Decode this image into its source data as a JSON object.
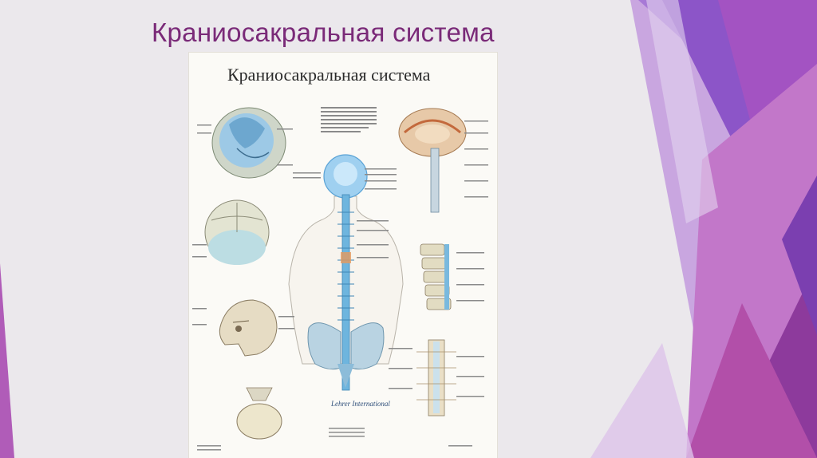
{
  "slide": {
    "title": "Краниосакральная система"
  },
  "poster": {
    "title": "Краниосакральная система",
    "publisher_logo": "Lehrer International"
  },
  "colors": {
    "title_color": "#7a2a78",
    "background": "#ebe8ec",
    "accent_purple": "#9b3fa7",
    "accent_violet": "#8a5cc9",
    "accent_light": "#c7a4dd"
  }
}
